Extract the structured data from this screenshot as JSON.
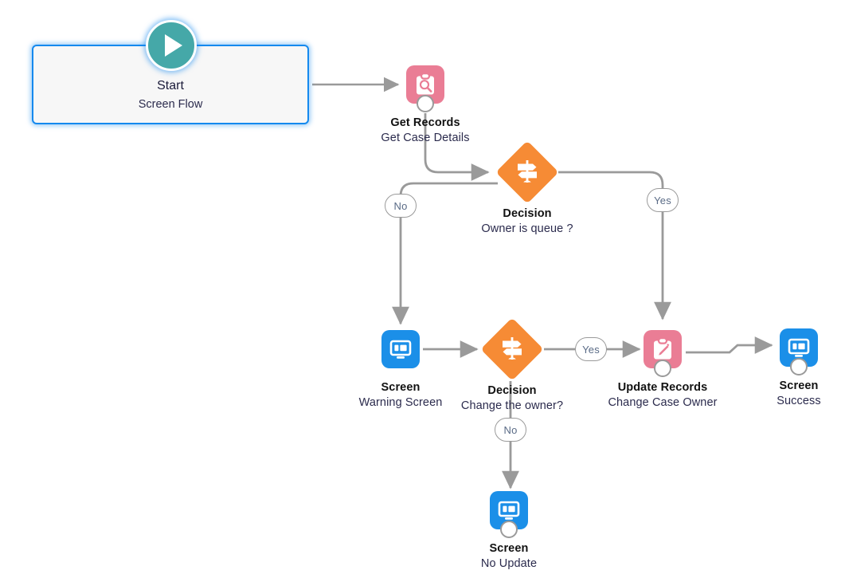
{
  "diagram": {
    "type": "flow-builder-canvas",
    "background": "#ffffff",
    "colors": {
      "start_accent": "#45a8a8",
      "start_border": "#1589ee",
      "data_element": "#ea7d95",
      "screen_element": "#1b8fe8",
      "decision_element": "#f68b35",
      "connector": "#9a9a9a",
      "label_title": "#121212",
      "label_sub": "#2b2b4d"
    }
  },
  "start": {
    "icon": "play-icon",
    "title": "Start",
    "subtitle": "Screen Flow"
  },
  "nodes": [
    {
      "id": "get-records",
      "icon": "clipboard-search-icon",
      "kind": "data",
      "title": "Get Records",
      "subtitle": "Get Case Details"
    },
    {
      "id": "decision-owner-queue",
      "icon": "signpost-icon",
      "kind": "decision",
      "title": "Decision",
      "subtitle": "Owner is queue ?"
    },
    {
      "id": "screen-warning",
      "icon": "screen-icon",
      "kind": "screen",
      "title": "Screen",
      "subtitle": "Warning Screen"
    },
    {
      "id": "decision-change-owner",
      "icon": "signpost-icon",
      "kind": "decision",
      "title": "Decision",
      "subtitle": "Change the owner?"
    },
    {
      "id": "update-records",
      "icon": "clipboard-pencil-icon",
      "kind": "data",
      "title": "Update Records",
      "subtitle": "Change Case Owner"
    },
    {
      "id": "screen-success",
      "icon": "screen-icon",
      "kind": "screen",
      "title": "Screen",
      "subtitle": "Success"
    },
    {
      "id": "screen-no-update",
      "icon": "screen-icon",
      "kind": "screen",
      "title": "Screen",
      "subtitle": "No Update"
    }
  ],
  "branch_labels": {
    "owner_queue_no": "No",
    "owner_queue_yes": "Yes",
    "change_owner_yes": "Yes",
    "change_owner_no": "No"
  }
}
